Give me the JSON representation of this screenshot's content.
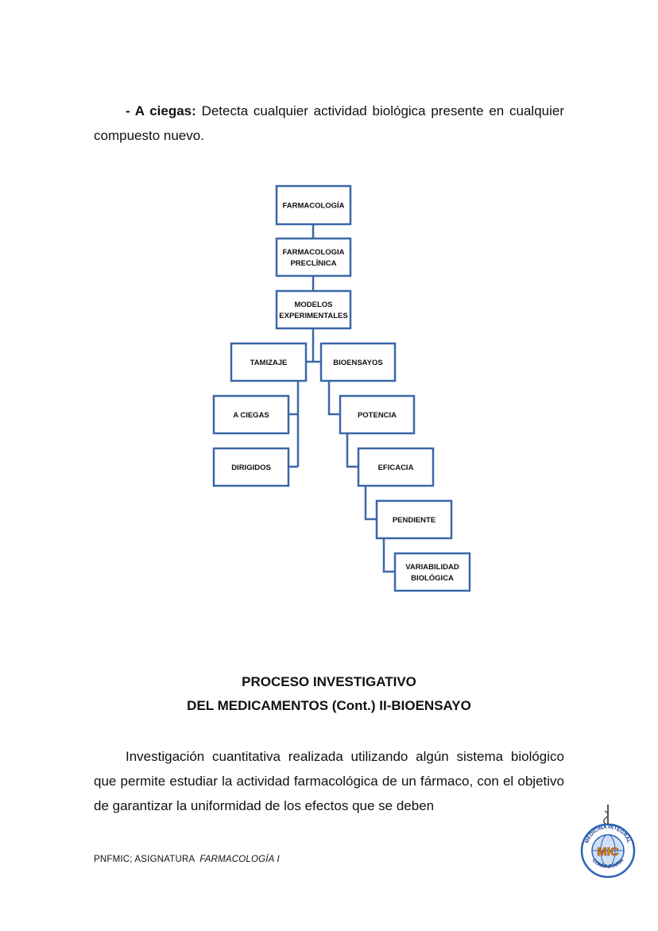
{
  "intro": {
    "lead": "- A ciegas:",
    "text": " Detecta cualquier actividad biológica presente en cualquier compuesto nuevo."
  },
  "diagram": {
    "nodes": [
      {
        "id": "farmacologia",
        "lines": [
          "FARMACOLOGÍA"
        ]
      },
      {
        "id": "preclinica",
        "lines": [
          "FARMACOLOGIA",
          "PRECLÍNICA"
        ]
      },
      {
        "id": "modelos",
        "lines": [
          "MODELOS",
          "EXPERIMENTALES"
        ]
      },
      {
        "id": "tamizaje",
        "lines": [
          "TAMIZAJE"
        ]
      },
      {
        "id": "bioensayos",
        "lines": [
          "BIOENSAYOS"
        ]
      },
      {
        "id": "a-ciegas",
        "lines": [
          "A CIEGAS"
        ]
      },
      {
        "id": "dirigidos",
        "lines": [
          "DIRIGIDOS"
        ]
      },
      {
        "id": "potencia",
        "lines": [
          "POTENCIA"
        ]
      },
      {
        "id": "eficacia",
        "lines": [
          "EFICACIA"
        ]
      },
      {
        "id": "pendiente",
        "lines": [
          "PENDIENTE"
        ]
      },
      {
        "id": "variabilidad",
        "lines": [
          "VARIABILIDAD",
          "BIOLÓGICA"
        ]
      }
    ],
    "box_stroke": "#3b67a8"
  },
  "section": {
    "title_line1": "PROCESO INVESTIGATIVO",
    "title_line2": "DEL MEDICAMENTOS (Cont.)  II-BIOENSAYO"
  },
  "body_text": "Investigación cuantitativa realizada utilizando algún sistema biológico que permite estudiar la actividad farmacológica de un fármaco, con el objetivo de garantizar la uniformidad de los efectos que se deben",
  "footer": {
    "prefix": "PNFMIC;  ASIGNATURA",
    "subject": "FARMACOLOGÍA  I"
  },
  "logo": {
    "top_text": "MEDICINA INTEGRAL",
    "bottom_text": "COMUNITARIA",
    "initials": "MIC"
  }
}
